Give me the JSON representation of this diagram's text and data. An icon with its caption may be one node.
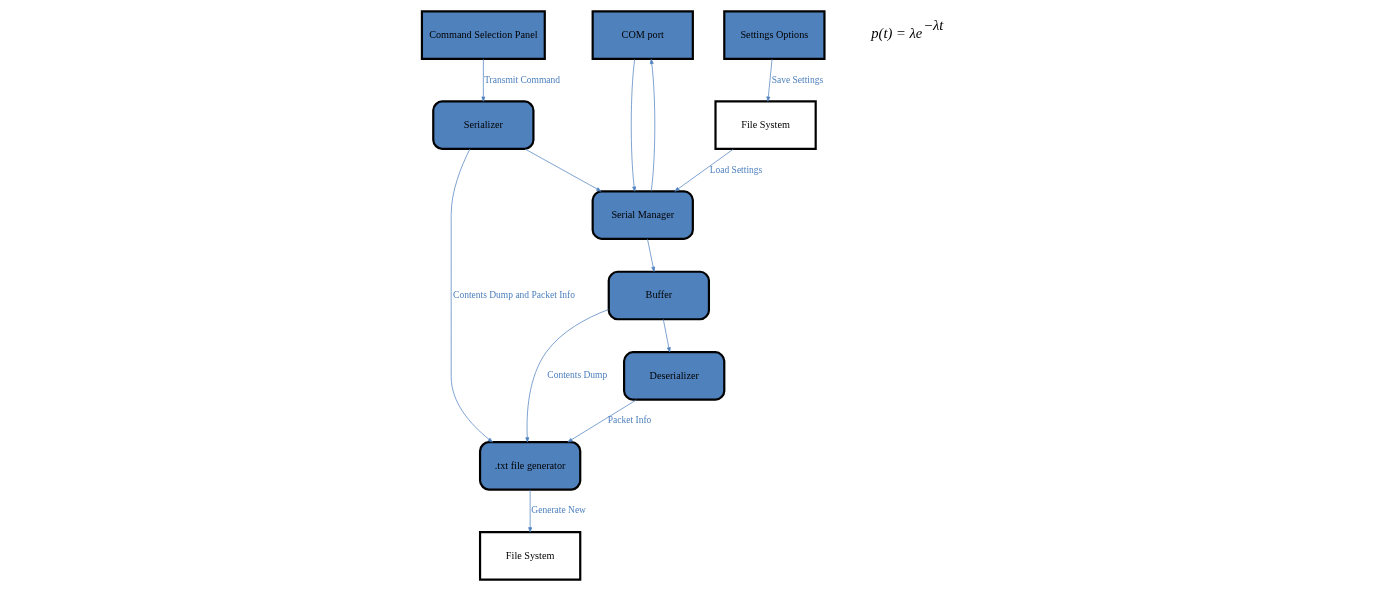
{
  "diagram": {
    "nodes": [
      {
        "text": [
          "COM port"
        ]
      },
      {
        "text": [
          "Serial Manager"
        ]
      },
      {
        "text": [
          "Serializer"
        ]
      },
      {
        "text": [
          "Command Selection Panel"
        ]
      },
      {
        "text": [
          "File System"
        ]
      },
      {
        "text": [
          "Buffer"
        ]
      },
      {
        "text": [
          "Deserializer"
        ]
      },
      {
        "text": [
          ".txt file generator"
        ]
      },
      {
        "text": [
          "Settings Options"
        ]
      },
      {
        "text": [
          "File System"
        ]
      }
    ],
    "edges": [
      {
        "from": 0,
        "to": 1,
        "arrow": "to"
      },
      {
        "from": 1,
        "to": 0,
        "arrow": "to"
      },
      {
        "from": 4,
        "to": 1,
        "arrow": "to",
        "label": "Load Settings"
      },
      {
        "from": 2,
        "to": 1,
        "arrow": "to"
      },
      {
        "from": 3,
        "to": 2,
        "arrow": "to",
        "label": "Transmit Command"
      },
      {
        "from": 1,
        "to": 5,
        "arrow": "to"
      },
      {
        "from": 5,
        "to": 7,
        "arrow": "to",
        "label": "Contents Dump"
      },
      {
        "from": 2,
        "to": 7,
        "arrow": "to",
        "label": "Contents Dump and Packet Info"
      },
      {
        "from": 5,
        "to": 6,
        "arrow": "to"
      },
      {
        "from": 6,
        "to": 7,
        "arrow": "to",
        "label": "Packet Info"
      },
      {
        "from": 7,
        "to": 9,
        "arrow": "to",
        "label": "Generate New"
      },
      {
        "from": 8,
        "to": 4,
        "arrow": "to",
        "label": "Save Settings"
      }
    ],
    "labels": [
      "p(t) = λe$^{−λt}$"
    ]
  }
}
